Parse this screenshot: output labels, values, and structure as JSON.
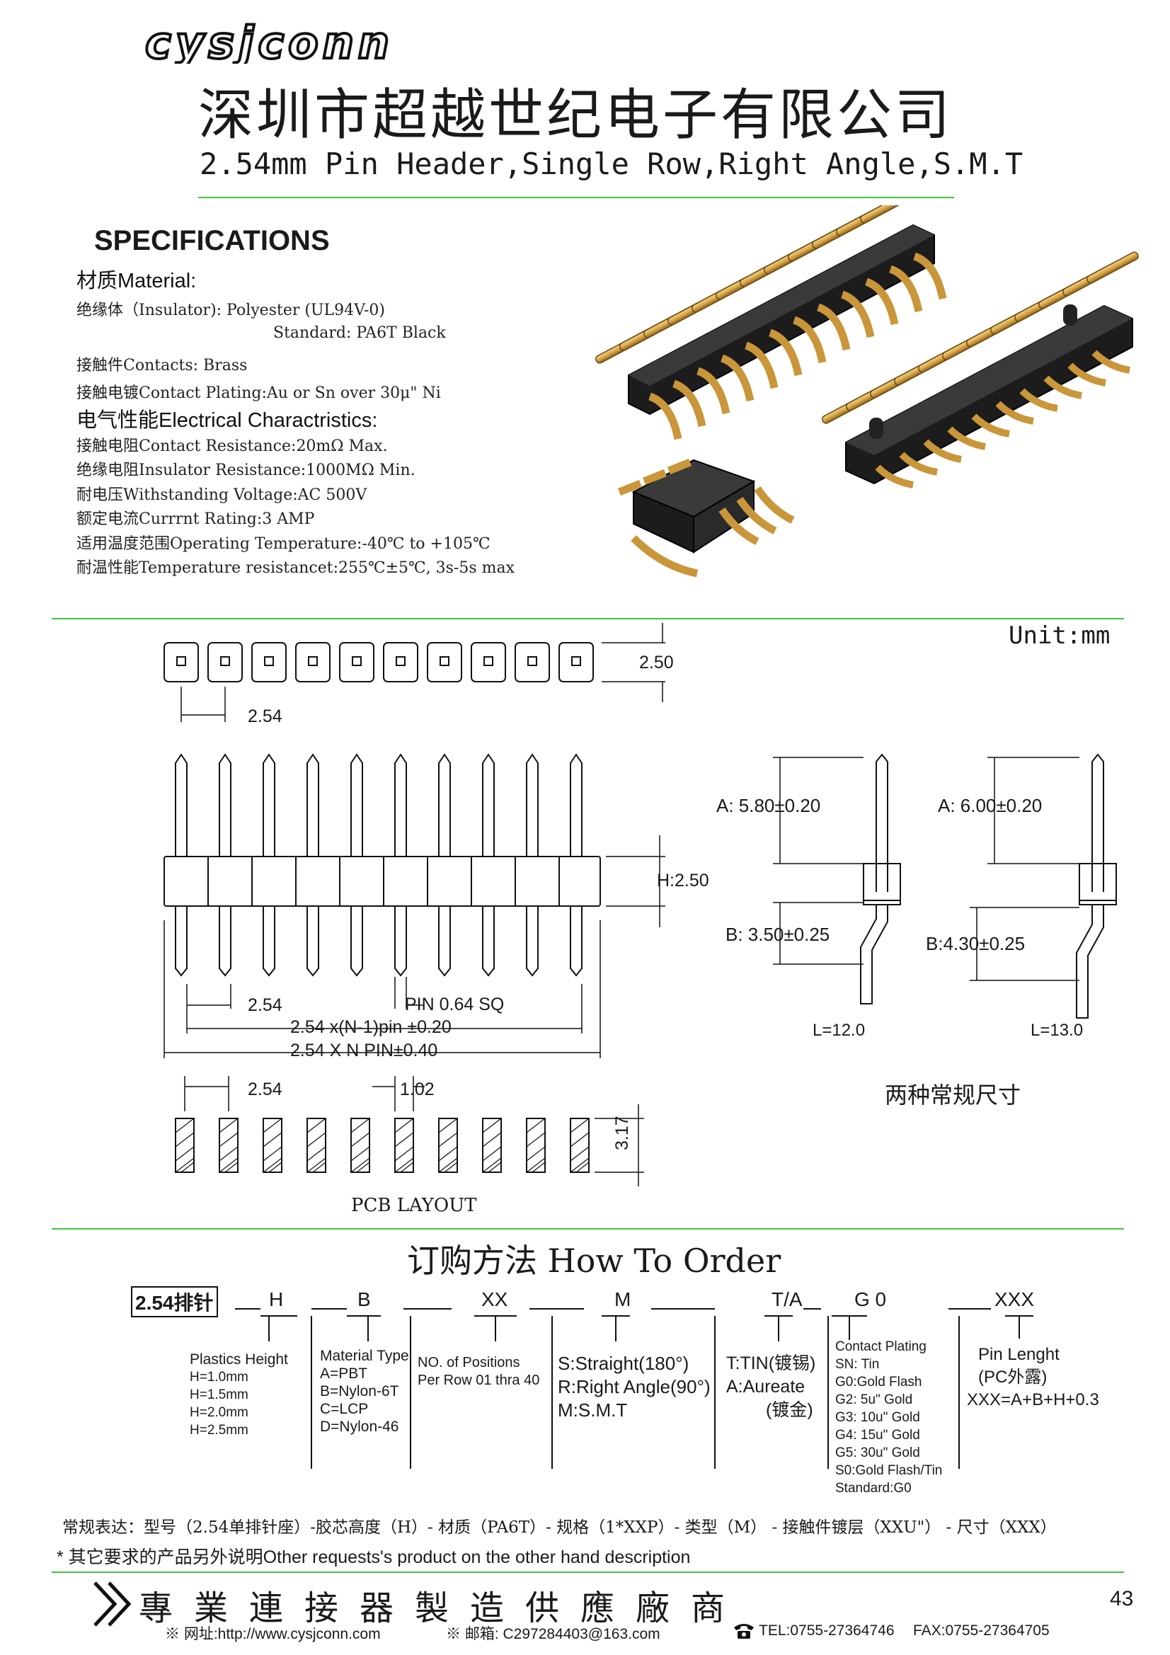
{
  "header": {
    "logo_text": "cysjconn",
    "company_name": "深圳市超越世纪电子有限公司",
    "product_title": "2.54mm Pin Header,Single Row,Right Angle,S.M.T"
  },
  "specs": {
    "title": "SPECIFICATIONS",
    "material_heading": "材质Material:",
    "insulator": "绝缘体（Insulator):  Polyester (UL94V-0)",
    "insulator_std": "Standard: PA6T Black",
    "contacts": "接触件Contacts: Brass",
    "plating": "接触电镀Contact Plating:Au or Sn over 30μ\" Ni",
    "electrical_heading": "电气性能Electrical Charactristics:",
    "resistance": "接触电阻Contact Resistance:20mΩ  Max.",
    "insulation": "绝缘电阻Insulator Resistance:1000MΩ  Min.",
    "voltage": "耐电压Withstanding Voltage:AC 500V",
    "current": "额定电流Currrnt Rating:3 AMP",
    "temperature": "适用温度范围Operating Temperature:-40℃ to +105℃",
    "temp_resist": "耐温性能Temperature resistancet:255℃±5℃, 3s-5s max"
  },
  "drawing": {
    "unit": "Unit:mm",
    "width_250": "2.50",
    "pitch_254": "2.54",
    "h_250": "H:2.50",
    "pitch_254b": "2.54",
    "pin_sq": "PIN 0.64 SQ",
    "n1_pin": "2.54  x(N-1)pin  ±0.20",
    "n_pin": "2.54  X  N  PIN±0.40",
    "layout_pitch": "2.54",
    "layout_w": "1.02",
    "layout_h": "3.17",
    "pcb_layout": "PCB LAYOUT",
    "a1": "A: 5.80±0.20",
    "b1": "B: 3.50±0.25",
    "l1": "L=12.0",
    "a2": "A: 6.00±0.20",
    "b2": "B:4.30±0.25",
    "l2": "L=13.0",
    "two_sizes": "两种常规尺寸"
  },
  "order": {
    "title": "订购方法  How To Order",
    "code_base": "2.54排针",
    "code_h": "H",
    "code_b": "B",
    "code_xx": "XX",
    "code_m": "M",
    "code_ta": "T/A",
    "code_g0": "G 0",
    "code_xxx": "XXX",
    "height": [
      "Plastics Height",
      "H=1.0mm",
      "H=1.5mm",
      "H=2.0mm",
      "H=2.5mm"
    ],
    "material": [
      "Material Type",
      "A=PBT",
      "B=Nylon-6T",
      "C=LCP",
      "D=Nylon-46"
    ],
    "positions": [
      "NO. of Positions",
      "Per Row  01 thra 40"
    ],
    "type": [
      "S:Straight(180°)",
      "R:Right Angle(90°)",
      "M:S.M.T"
    ],
    "tin": [
      "T:TIN(镀锡)",
      "A:Aureate",
      "(镀金)"
    ],
    "plating": [
      "Contact Plating",
      "SN: Tin",
      "G0:Gold Flash",
      "G2:  5u\" Gold",
      "G3: 10u\" Gold",
      "G4: 15u\" Gold",
      "G5: 30u\" Gold",
      "S0:Gold Flash/Tin",
      "Standard:G0"
    ],
    "length": [
      "Pin Lenght",
      "(PC外露)",
      "XXX=A+B+H+0.3"
    ]
  },
  "notes": {
    "regular": "常规表达：型号（2.54单排针座）-胶芯高度（H）- 材质（PA6T）- 规格（1*XXP）- 类型（M） - 接触件镀层（XXU\"） - 尺寸（XXX）",
    "other": "* 其它要求的产品另外说明Other requests's product on the other hand description"
  },
  "footer": {
    "slogan": "專業連接器製造供應廠商",
    "page": "43",
    "website": "※ 网址:http://www.cysjconn.com",
    "email": "※ 邮箱:  C297284403@163.com",
    "tel": "TEL:0755-27364746",
    "fax": "FAX:0755-27364705"
  },
  "colors": {
    "divider": "#3cc83c",
    "pin_gold": "#d9a646",
    "housing_black": "#1c1c1c"
  }
}
